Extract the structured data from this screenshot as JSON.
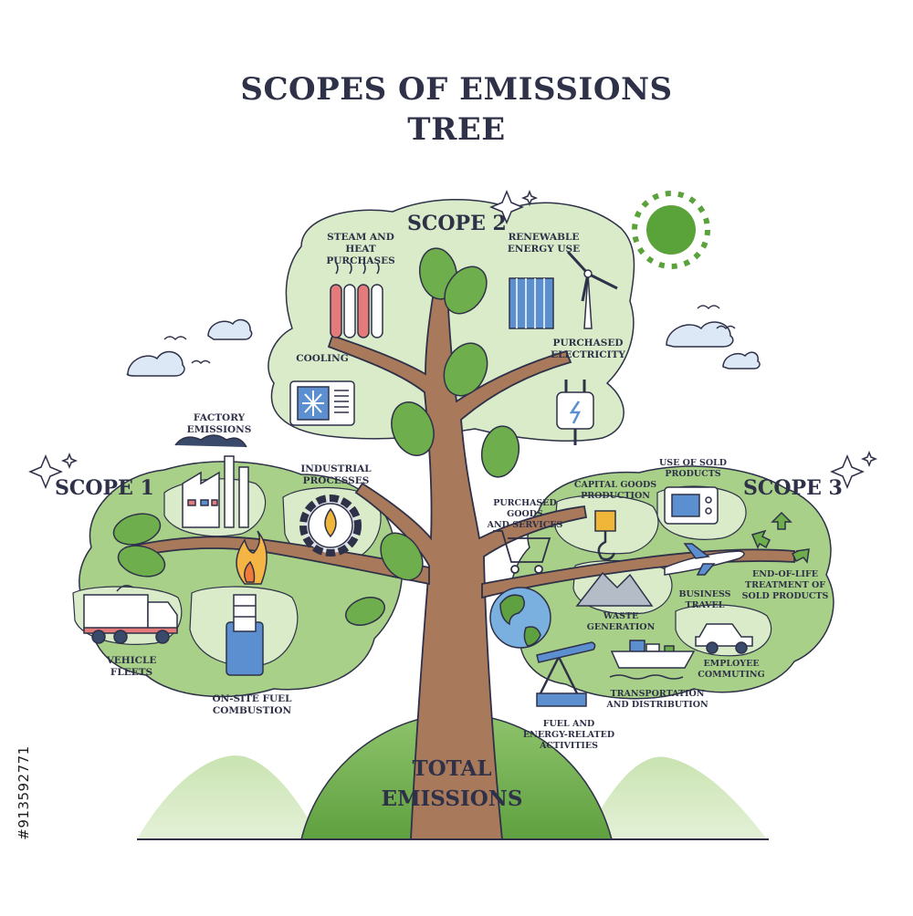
{
  "title_line1": "SCOPES OF EMISSIONS",
  "title_line2": "TREE",
  "scopes": {
    "scope1": "SCOPE 1",
    "scope2": "SCOPE 2",
    "scope3": "SCOPE 3"
  },
  "trunk_label": "TOTAL\nEMISSIONS",
  "scope1_items": {
    "factory": "FACTORY\nEMISSIONS",
    "industrial": "INDUSTRIAL\nPROCESSES",
    "vehicle": "VEHICLE\nFLEETS",
    "fuel": "ON-SITE FUEL\nCOMBUSTION"
  },
  "scope2_items": {
    "steam": "STEAM AND\nHEAT PURCHASES",
    "renewable": "RENEWABLE\nENERGY USE",
    "cooling": "COOLING",
    "electricity": "PURCHASED\nELECTRICITY"
  },
  "scope3_items": {
    "goods": "PURCHASED GOODS\nAND SERVICES",
    "capital": "CAPITAL GOODS\nPRODUCTION",
    "use_sold": "USE OF SOLD\nPRODUCTS",
    "end_of_life": "END-OF-LIFE\nTREATMENT OF\nSOLD PRODUCTS",
    "business": "BUSINESS\nTRAVEL",
    "waste": "WASTE\nGENERATION",
    "employee": "EMPLOYEE\nCOMMUTING",
    "transport": "TRANSPORTATION\nAND DISTRIBUTION",
    "fuel_energy": "FUEL AND\nENERGY-RELATED\nACTIVITIES"
  },
  "stock_id": "#913592771",
  "colors": {
    "leaf_light": "#d9ebc9",
    "leaf_mid": "#9cc97a",
    "leaf_dark": "#5b9a3e",
    "trunk": "#a8795a",
    "outline": "#2e3148",
    "sun": "#5aa23a",
    "cloud": "#d8e6f5"
  }
}
